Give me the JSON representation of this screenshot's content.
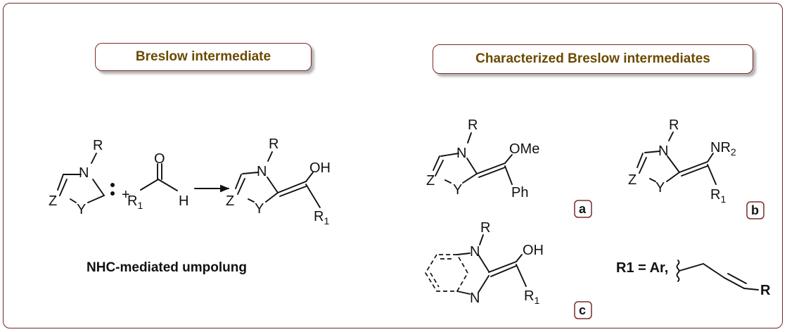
{
  "headers": {
    "left": "Breslow intermediate",
    "right": "Characterized Breslow intermediates"
  },
  "caption": "NHC-mediated umpolung",
  "atoms": {
    "R": "R",
    "N": "N",
    "Z": "Z",
    "Y": "Y",
    "O": "O",
    "H": "H",
    "R1": "R",
    "sub1": "1",
    "plus": "+",
    "OH": "OH",
    "OMe": "OMe",
    "Ph": "Ph",
    "NR2": "NR",
    "sub2": "2"
  },
  "labels": {
    "a": "a",
    "b": "b",
    "c": "c"
  },
  "substituent_note": {
    "prefix": "R1 = Ar,",
    "end": "R"
  }
}
